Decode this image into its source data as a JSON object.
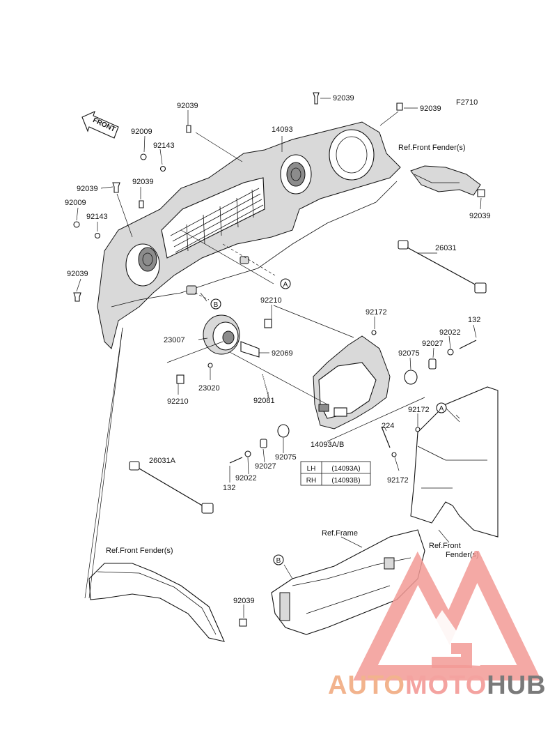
{
  "figure_code": "F2710",
  "front_label": "FRONT",
  "part_labels": {
    "p92039_a": "92039",
    "p92039_b": "92039",
    "p92039_c": "92039",
    "p92039_d": "92039",
    "p92039_e": "92039",
    "p92039_f": "92039",
    "p92039_g": "92039",
    "p92039_h": "92039",
    "p14093": "14093",
    "p92009_a": "92009",
    "p92143_a": "92143",
    "p92009_b": "92009",
    "p92143_b": "92143",
    "p26031": "26031",
    "p92210_a": "92210",
    "p92210_b": "92210",
    "p23007": "23007",
    "p23020": "23020",
    "p92069": "92069",
    "p92081": "92081",
    "p92172_a": "92172",
    "p92172_b": "92172",
    "p92172_c": "92172",
    "p132_a": "132",
    "p132_b": "132",
    "p92022_a": "92022",
    "p92022_b": "92022",
    "p92027_a": "92027",
    "p92027_b": "92027",
    "p92075_a": "92075",
    "p92075_b": "92075",
    "p224": "224",
    "p14093ab": "14093A/B",
    "p26031a": "26031A"
  },
  "refs": {
    "front_fender_top": "Ref.Front Fender(s)",
    "front_fender_bottom": "Ref.Front Fender(s)",
    "frame": "Ref.Frame",
    "front_right_1": "Ref.Front",
    "front_right_2": "Fender(s)"
  },
  "callouts": {
    "a1": "A",
    "a2": "A",
    "b1": "B",
    "b2": "B"
  },
  "variant_table": {
    "rows": [
      {
        "side": "LH",
        "part": "(14093A)"
      },
      {
        "side": "RH",
        "part": "(14093B)"
      }
    ]
  },
  "watermark": {
    "part1": "AUTO",
    "part2": "MOTO",
    "part3": "HUB",
    "colors": {
      "auto": "#f2b38d",
      "moto": "#f4a3a0",
      "hub": "#7a7a7a",
      "logo": "#f29a95"
    }
  }
}
